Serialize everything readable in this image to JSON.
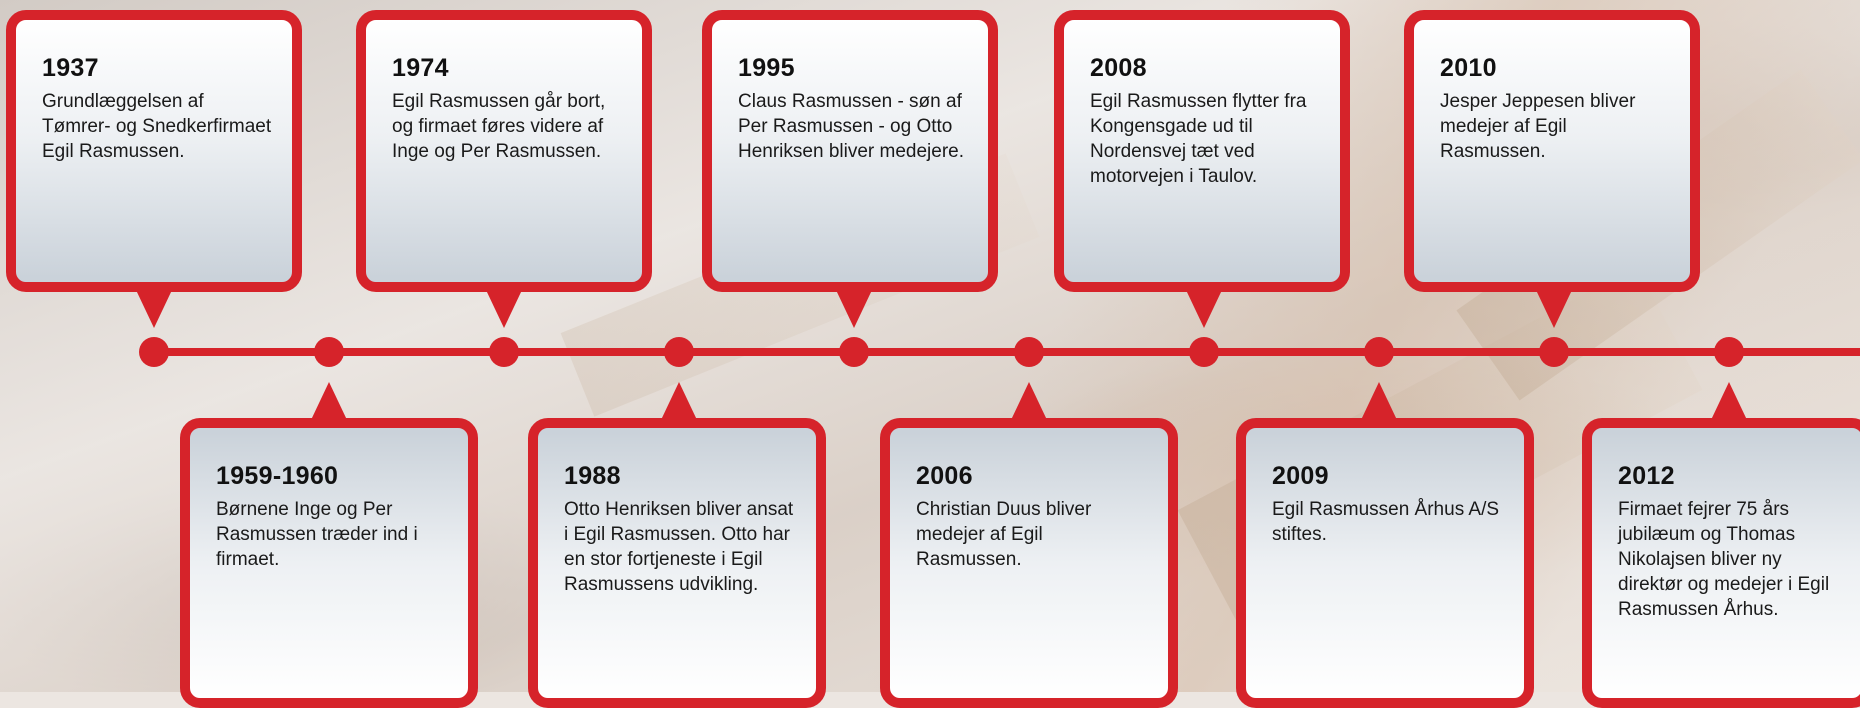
{
  "timeline": {
    "events": [
      {
        "year": "1937",
        "text": "Grundlæggelsen af Tømrer- og Snedkerfirmaet Egil Rasmussen."
      },
      {
        "year": "1959-1960",
        "text": "Børnene Inge og Per Rasmussen træder ind i firmaet."
      },
      {
        "year": "1974",
        "text": "Egil Rasmussen går bort, og firmaet føres videre af Inge og Per Rasmussen."
      },
      {
        "year": "1988",
        "text": "Otto Henriksen bliver ansat i Egil Rasmussen. Otto har en stor fortjeneste i Egil Rasmussens udvikling."
      },
      {
        "year": "1995",
        "text": "Claus Rasmussen - søn af Per Rasmussen - og Otto Henriksen bliver medejere."
      },
      {
        "year": "2006",
        "text": "Christian Duus bliver medejer af Egil Rasmussen."
      },
      {
        "year": "2008",
        "text": "Egil Rasmussen flytter fra Kongensgade ud til Nordensvej tæt ved motorvejen i Taulov."
      },
      {
        "year": "2009",
        "text": "Egil Rasmussen Århus A/S stiftes."
      },
      {
        "year": "2010",
        "text": "Jesper Jeppesen bliver medejer af Egil Rasmussen."
      },
      {
        "year": "2012",
        "text": "Firmaet fejrer 75 års jubilæum og Thomas Nikolajsen bliver ny direktør og medejer i Egil Rasmussen Århus."
      }
    ]
  },
  "colors": {
    "accent": "#d6232a"
  }
}
